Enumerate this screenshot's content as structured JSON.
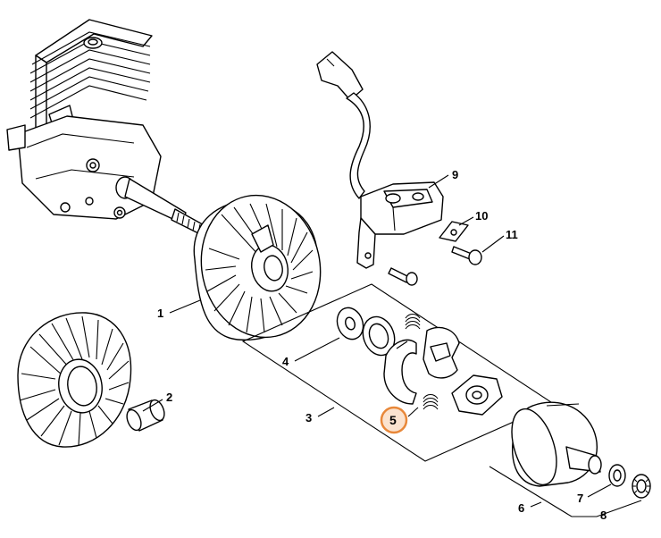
{
  "diagram": {
    "highlight_color": "#E8883A",
    "highlight_fill": "#FBE3CF",
    "callouts": [
      {
        "id": "1",
        "label": "1"
      },
      {
        "id": "2",
        "label": "2"
      },
      {
        "id": "3",
        "label": "3"
      },
      {
        "id": "4",
        "label": "4"
      },
      {
        "id": "5",
        "label": "5",
        "highlighted": true
      },
      {
        "id": "6",
        "label": "6"
      },
      {
        "id": "7",
        "label": "7"
      },
      {
        "id": "8",
        "label": "8"
      },
      {
        "id": "9",
        "label": "9"
      },
      {
        "id": "10",
        "label": "10"
      },
      {
        "id": "11",
        "label": "11"
      }
    ]
  }
}
